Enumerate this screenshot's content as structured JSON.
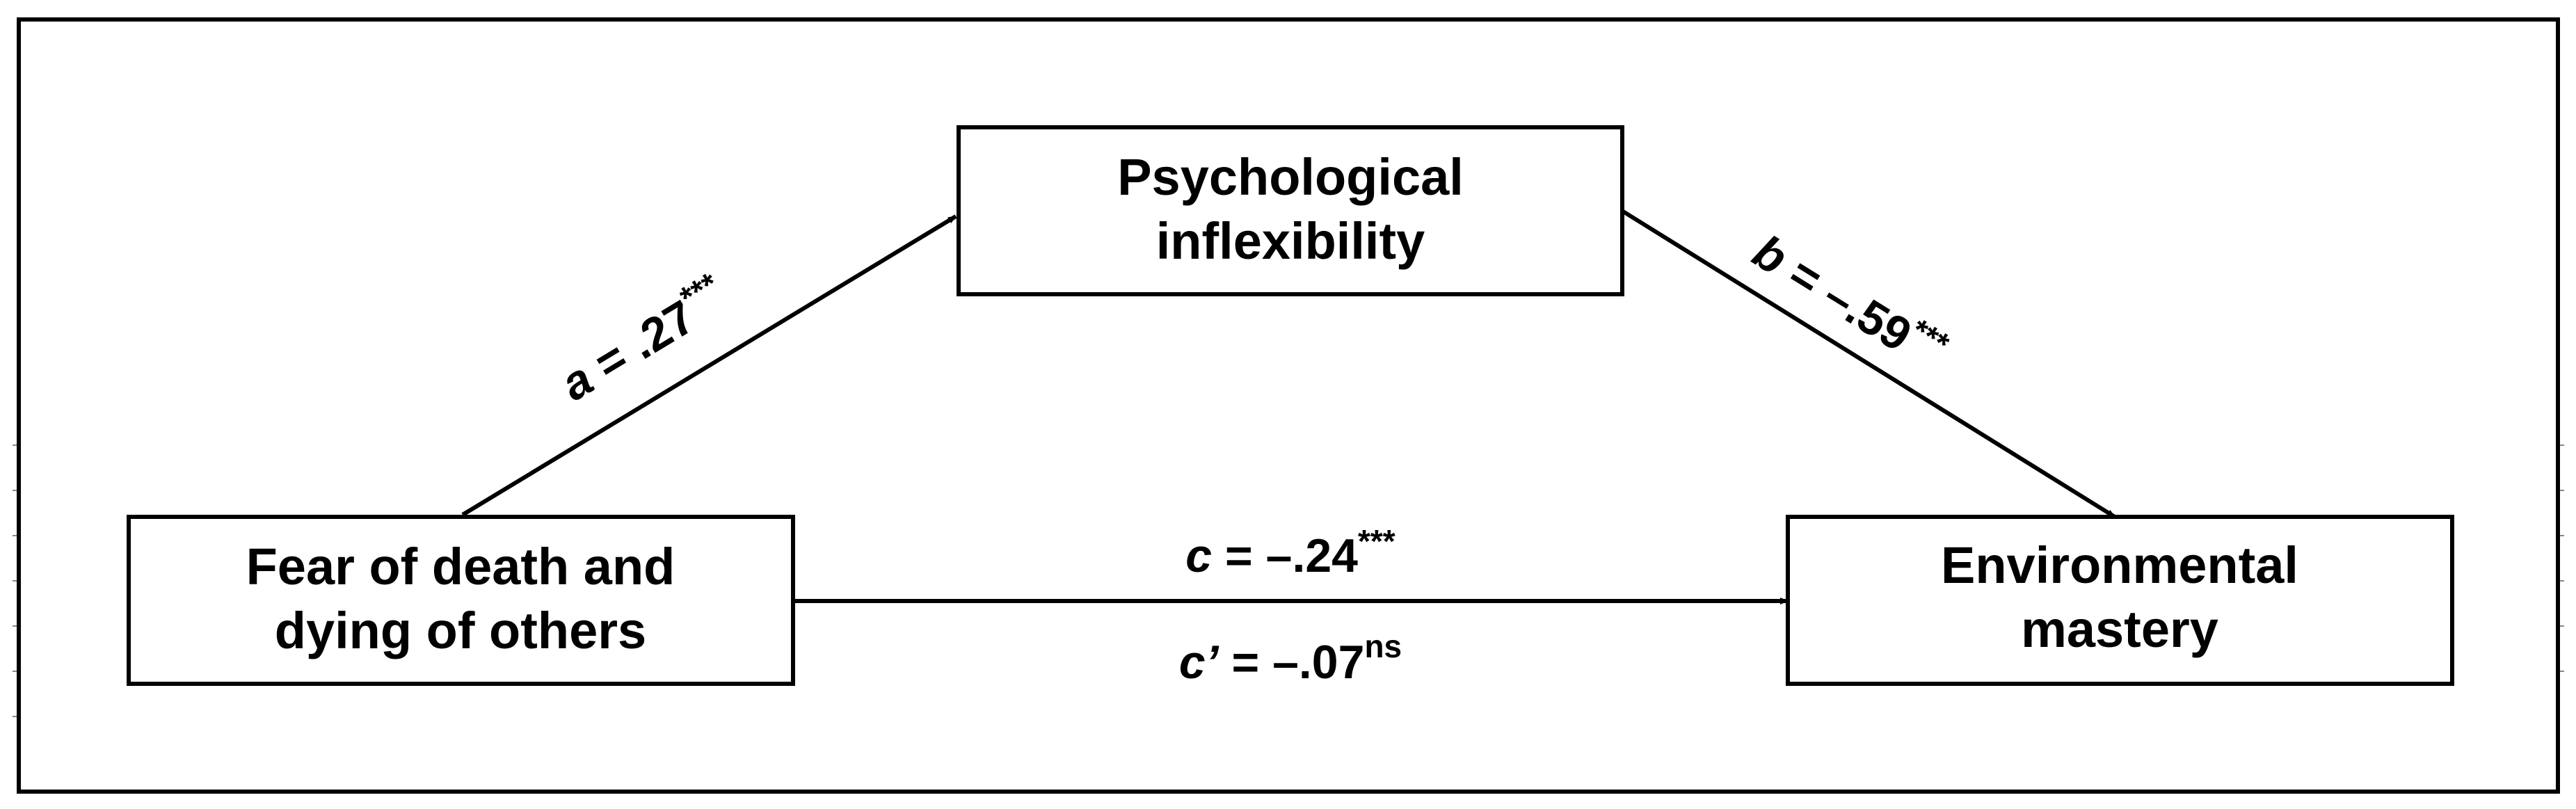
{
  "nodes": {
    "mediator": {
      "line1": "Psychological",
      "line2": "inflexibility"
    },
    "predictor": {
      "line1": "Fear of death and",
      "line2": "dying of others"
    },
    "outcome": {
      "line1": "Environmental",
      "line2": "mastery"
    }
  },
  "paths": {
    "a": {
      "letter": "a",
      "value": " = .27",
      "sig": "***"
    },
    "b": {
      "letter": "b",
      "value": " = –.59",
      "sig": "***"
    },
    "c": {
      "letter": "c",
      "value": " = –.24",
      "sig": "***"
    },
    "c_prime": {
      "letter": "c’",
      "value": " = –.07",
      "sig": "ns"
    }
  }
}
